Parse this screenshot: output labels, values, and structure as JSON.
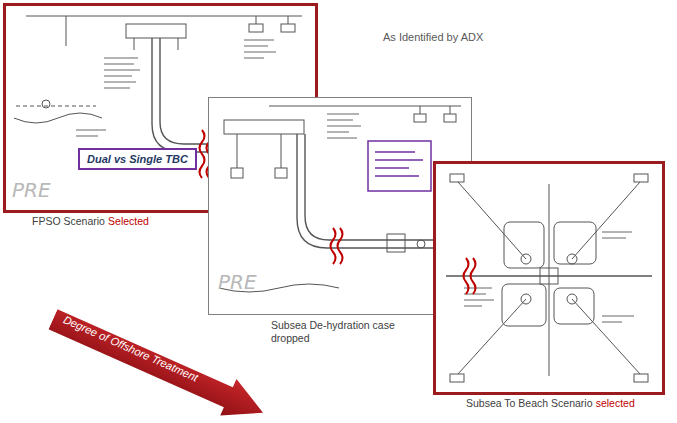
{
  "diagram": {
    "nodes": [
      {
        "text": [
          "FPSO Scenario",
          "Selected"
        ]
      },
      {
        "text": [
          "Dual vs Single TBC"
        ],
        "in": 0
      },
      {
        "text": [
          "Subsea De-hydration case dropped"
        ]
      },
      {
        "text": [
          "Subsea To Beach Scenario",
          "selected"
        ]
      },
      {
        "text": [
          "Degree of Offshore Treatment"
        ]
      }
    ],
    "labels": [
      "As Identified by ADX",
      "PRE",
      "PRE"
    ]
  }
}
